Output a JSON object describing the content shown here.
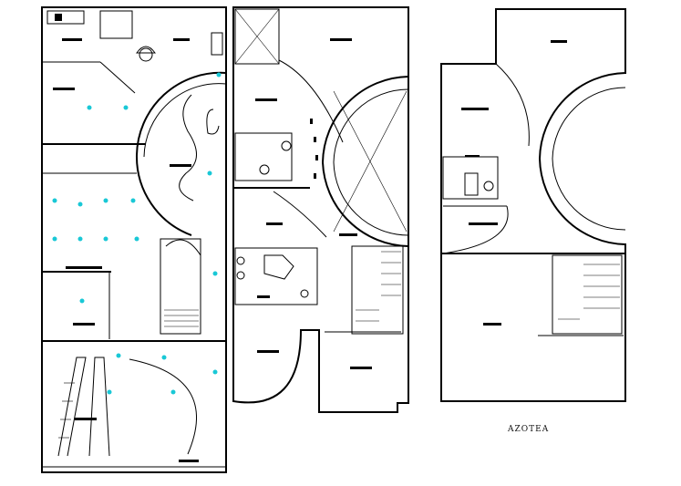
{
  "drawing": {
    "sheet_caption": "AZOTEA",
    "plans": [
      {
        "id": "ground-floor-plan"
      },
      {
        "id": "first-floor-plan"
      },
      {
        "id": "roof-plan"
      }
    ]
  },
  "colors": {
    "lines": "#000000",
    "fixtures": "#19c8d6",
    "background": "#ffffff",
    "accent_red": "#cc2222"
  }
}
